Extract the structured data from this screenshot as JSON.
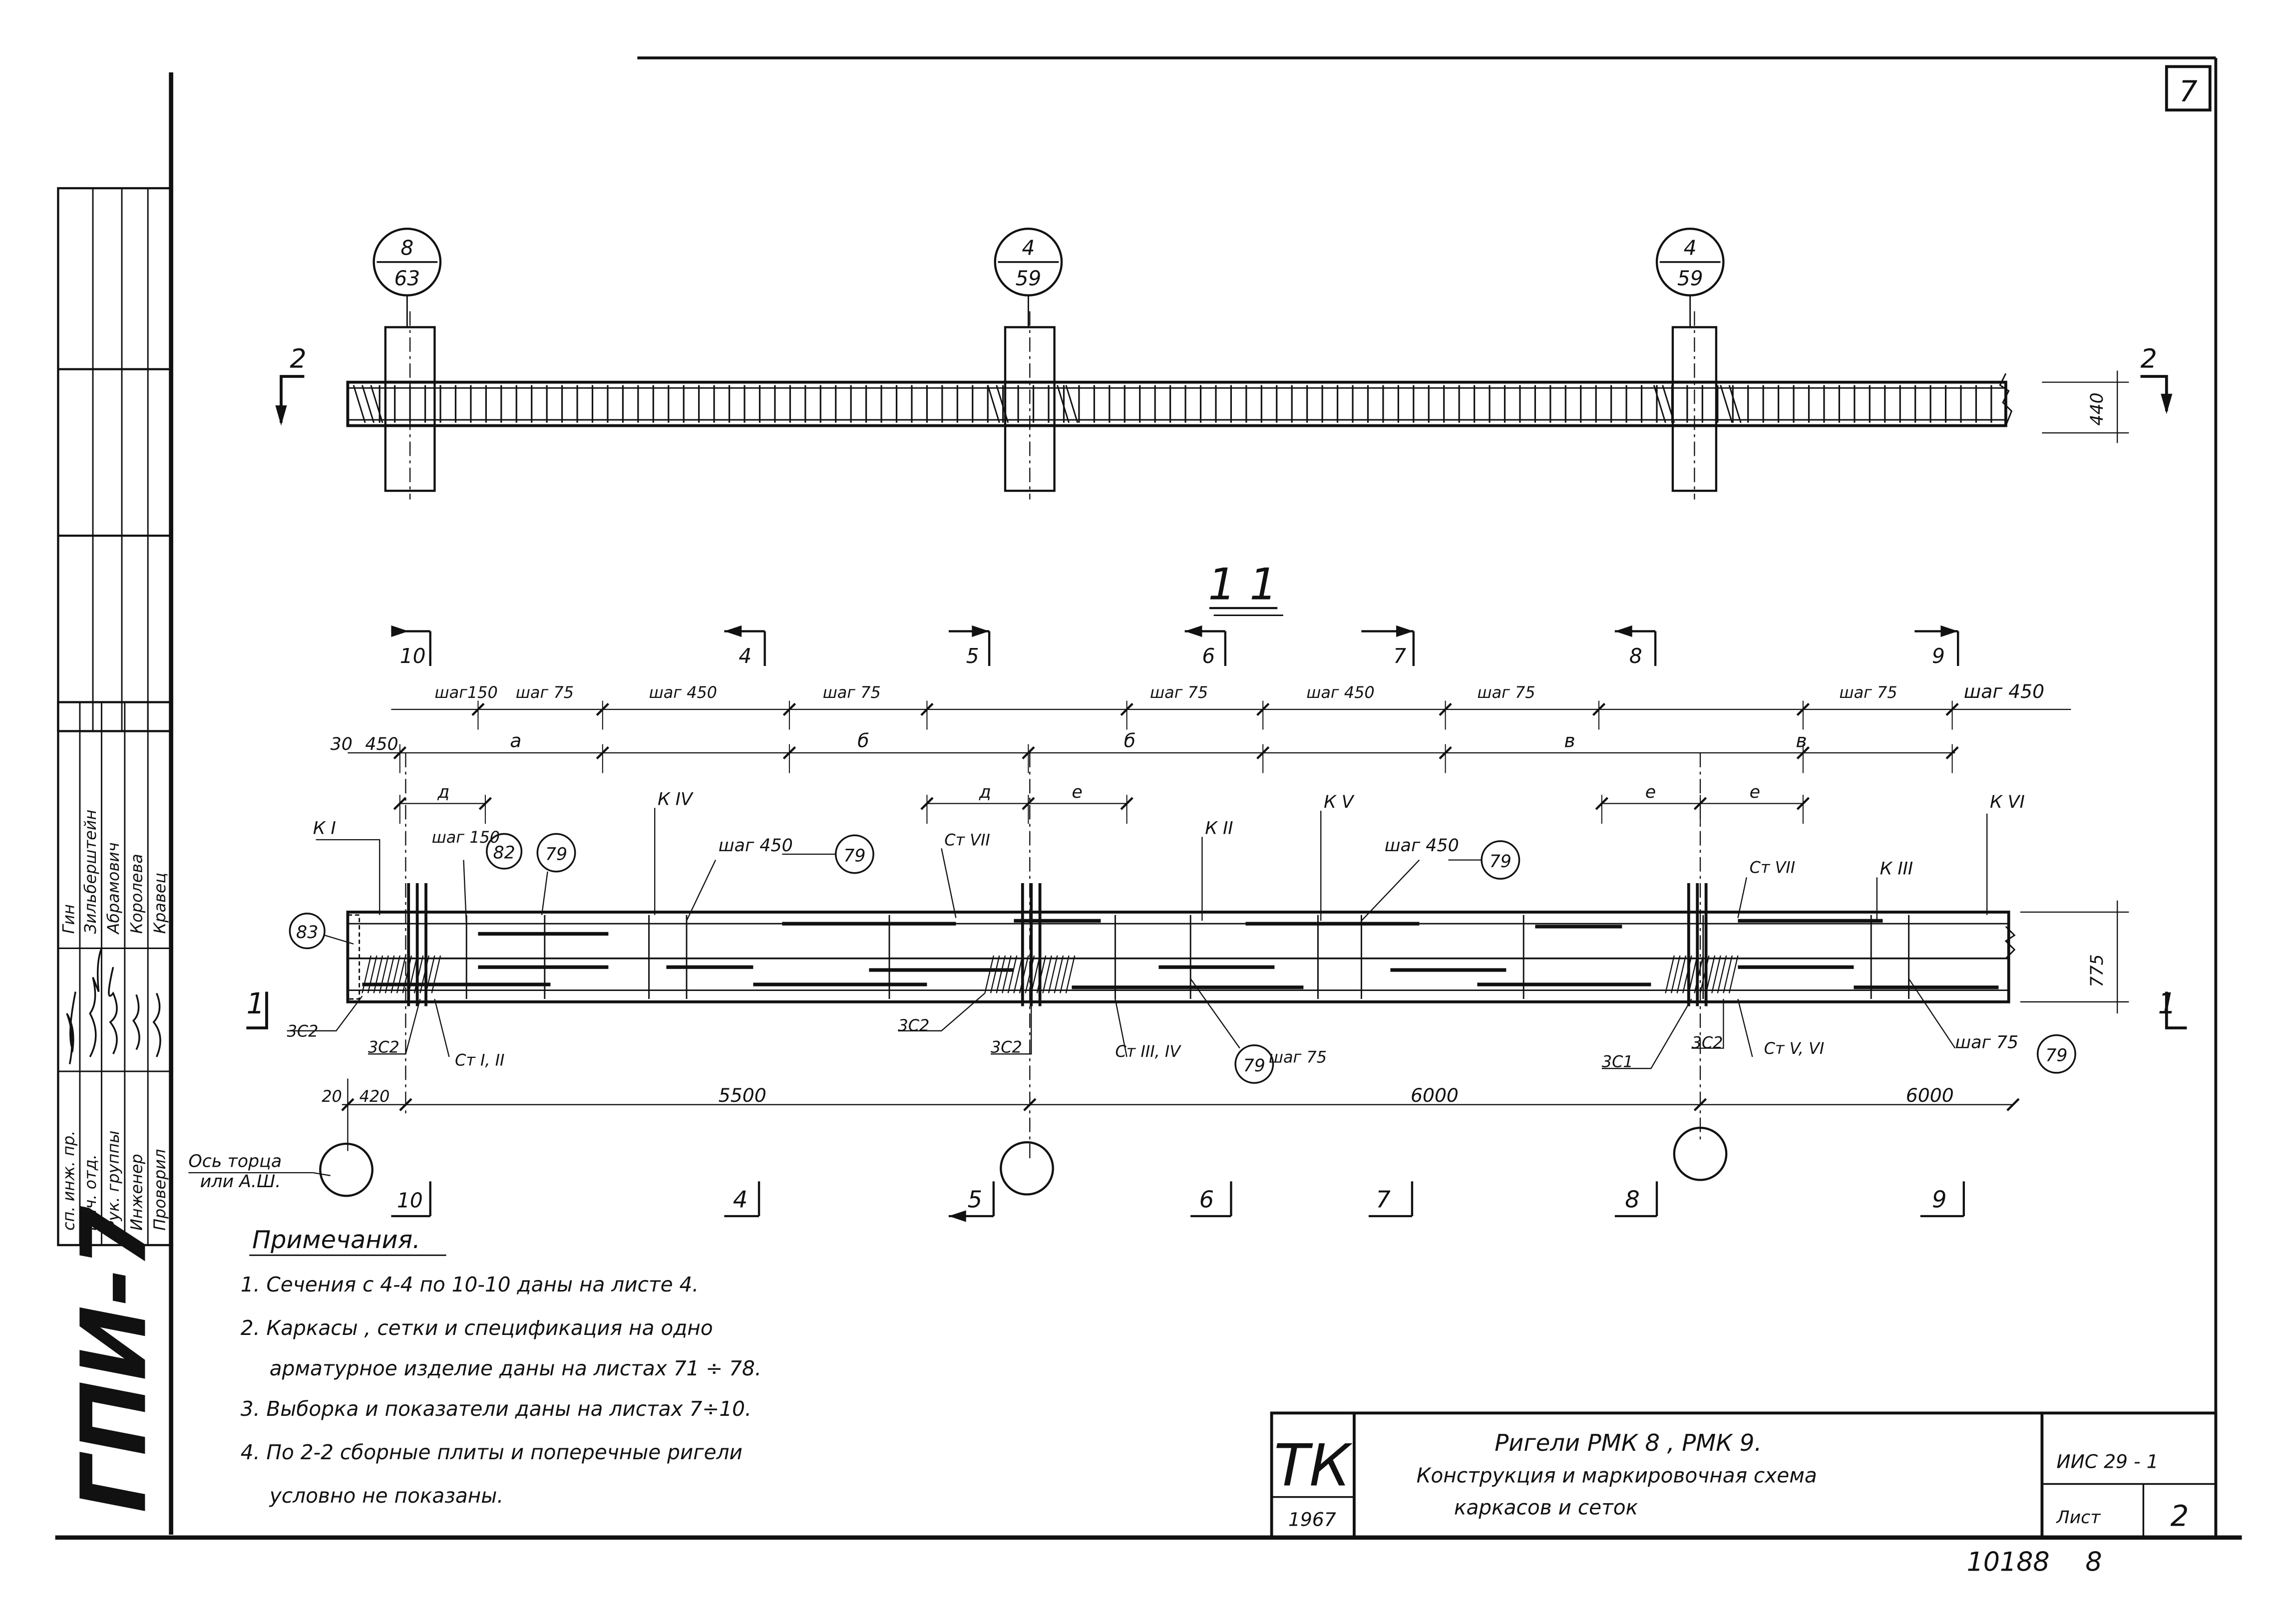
{
  "sheet": {
    "sheet_no_corner": "7",
    "vertical_code": "ГПИ-7",
    "bottom_number": "10188",
    "bottom_number_suffix": "8"
  },
  "title_block": {
    "tk": "ТК",
    "year": "1967",
    "title_line1": "Ригели РМК 8 , РМК 9.",
    "title_line2": "Конструкция и маркировочная схема",
    "title_line3": "каркасов и сеток",
    "code": "ИИС 29 - 1",
    "sheet_label": "Лист",
    "sheet_no": "2"
  },
  "signatures": {
    "roles": [
      "сп. инж. пр.",
      "Нач. отд.",
      "Рук. группы",
      "Инженер",
      "Проверил"
    ],
    "names": [
      "Гин",
      "Зильберштейн",
      "Абрамович",
      "Королева",
      "Кравец"
    ]
  },
  "plan_view": {
    "section_mark": "2",
    "callouts": [
      {
        "top": "8",
        "bottom": "63"
      },
      {
        "top": "4",
        "bottom": "59"
      },
      {
        "top": "4",
        "bottom": "59"
      }
    ],
    "height_dim": "440"
  },
  "elevation": {
    "title": "1 1",
    "height_dim": "775",
    "section_mark": "1",
    "section_arrows_top": [
      "10",
      "4",
      "5",
      "6",
      "7",
      "8",
      "9"
    ],
    "section_arrows_bottom": [
      "10",
      "4",
      "5",
      "6",
      "7",
      "8",
      "9"
    ],
    "step_labels": [
      "шаг150",
      "шаг 75",
      "шаг 450",
      "шаг 75",
      "шаг 75",
      "шаг 450",
      "шаг 75",
      "шаг 75",
      "шаг 450"
    ],
    "zone_labels": [
      "а",
      "б",
      "б",
      "в",
      "в"
    ],
    "sub_labels": [
      "д",
      "д",
      "е",
      "е",
      "е"
    ],
    "top_dims": [
      "30",
      "450"
    ],
    "bottom_dims": {
      "d1": "20",
      "d2": "420",
      "span1": "5500",
      "span2": "6000",
      "span3": "6000"
    },
    "frame_marks": [
      "К I",
      "К IV",
      "К II",
      "К V",
      "К III",
      "К VI"
    ],
    "mesh_top": [
      "Ст VII",
      "Ст VII"
    ],
    "mesh_bottom": [
      "Ст I, II",
      "Ст III, IV",
      "Ст V, VI"
    ],
    "callouts": [
      "83",
      "82",
      "79",
      "79",
      "79",
      "79",
      "79"
    ],
    "step_notes": [
      "шаг 150",
      "шаг 450",
      "шаг 450",
      "шаг 75",
      "шаг 75"
    ],
    "sc_labels": [
      "3С2",
      "3С2",
      "3С2",
      "3С2",
      "3С1",
      "3С2"
    ],
    "axis_note_line1": "Ось торца",
    "axis_note_line2": "или А.Ш."
  },
  "notes": {
    "heading": "Примечания.",
    "lines": [
      "1. Сечения  с 4-4  по 10-10  даны на листе 4.",
      "2. Каркасы , сетки и спецификация на одно",
      "арматурное изделие даны на листах 71 ÷ 78.",
      "3. Выборка и показатели даны на листах 7÷10.",
      "4. По  2-2 сборные  плиты  и  поперечные ригели",
      "условно  не  показаны."
    ]
  }
}
